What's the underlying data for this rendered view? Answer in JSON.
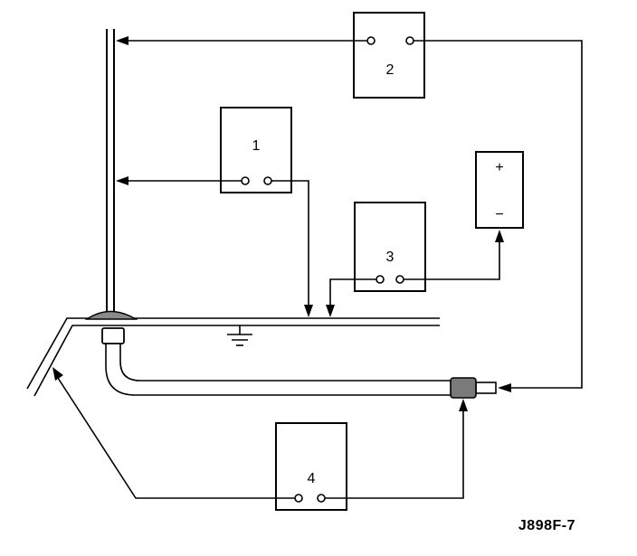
{
  "diagram": {
    "figure_id": "J898F-7",
    "meters": [
      {
        "id": "meter-1",
        "label": "1"
      },
      {
        "id": "meter-2",
        "label": "2"
      },
      {
        "id": "meter-3",
        "label": "3"
      },
      {
        "id": "meter-4",
        "label": "4"
      }
    ],
    "battery": {
      "positive": "+",
      "negative": "−"
    },
    "colors": {
      "ink": "#000000",
      "paper": "#ffffff",
      "connector": "#7a7a7a"
    }
  }
}
